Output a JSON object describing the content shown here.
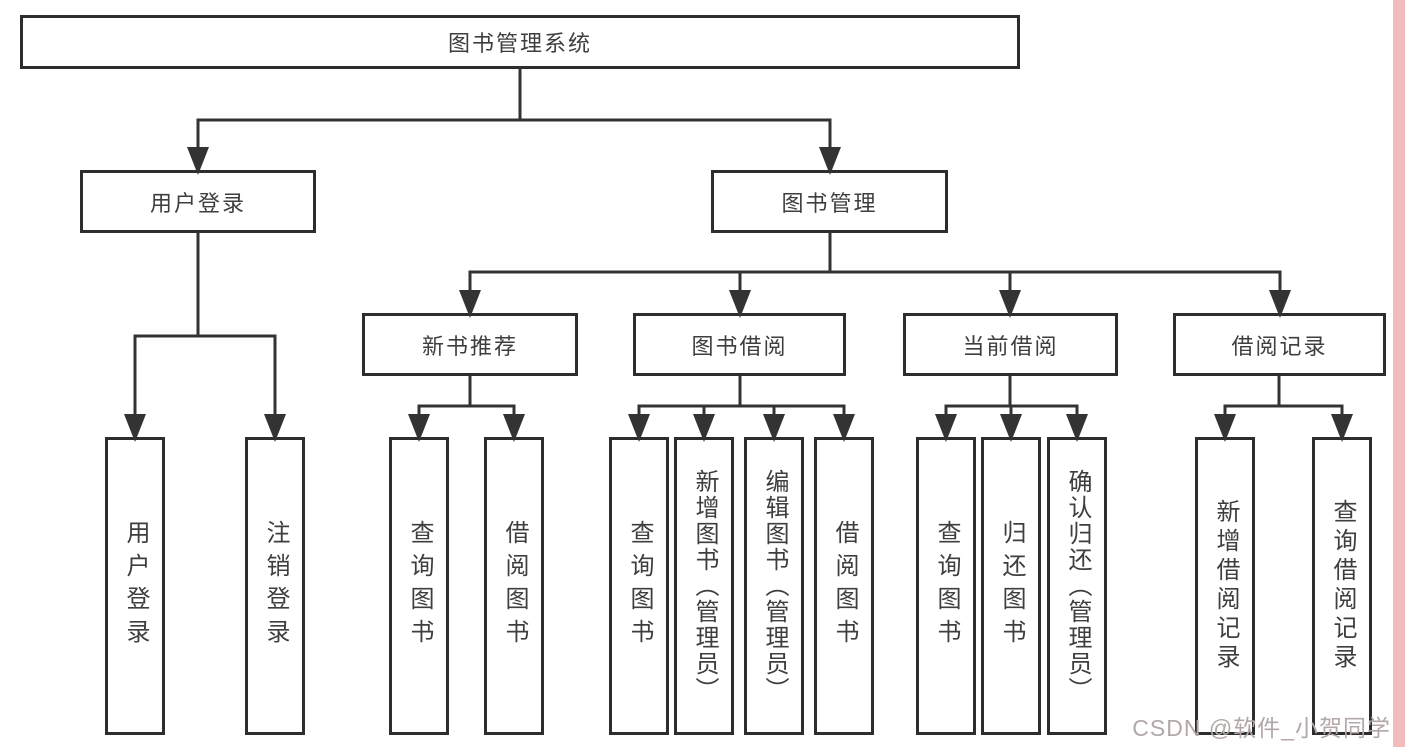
{
  "tree": {
    "root": {
      "label": "图书管理系统"
    },
    "children": [
      {
        "label": "用户登录",
        "children": [
          {
            "label": "用户登录"
          },
          {
            "label": "注销登录"
          }
        ]
      },
      {
        "label": "图书管理",
        "children": [
          {
            "label": "新书推荐",
            "children": [
              {
                "label": "查询图书"
              },
              {
                "label": "借阅图书"
              }
            ]
          },
          {
            "label": "图书借阅",
            "children": [
              {
                "label": "查询图书"
              },
              {
                "label": "新增图书（管理员）"
              },
              {
                "label": "编辑图书（管理员）"
              },
              {
                "label": "借阅图书"
              }
            ]
          },
          {
            "label": "当前借阅",
            "children": [
              {
                "label": "查询图书"
              },
              {
                "label": "归还图书"
              },
              {
                "label": "确认归还（管理员）"
              }
            ]
          },
          {
            "label": "借阅记录",
            "children": [
              {
                "label": "新增借阅记录"
              },
              {
                "label": "查询借阅记录"
              }
            ]
          }
        ]
      }
    ]
  },
  "watermark": {
    "text": "CSDN @软件_小贺同学"
  },
  "colors": {
    "line": "#333333",
    "box_border": "#2d2d2d",
    "text": "#3e3e3e",
    "background": "#ffffff",
    "watermark": "#b3a7a7",
    "edge_strip": "#f2bcbc"
  }
}
